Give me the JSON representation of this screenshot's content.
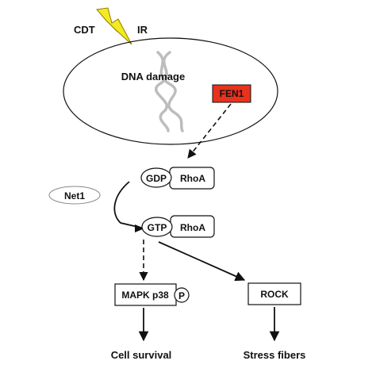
{
  "stimuli": {
    "cdt": "CDT",
    "ir": "IR"
  },
  "nucleus": {
    "dna_damage": "DNA damage",
    "fen1": "FEN1"
  },
  "rhoa_gdp": {
    "gdp": "GDP",
    "rhoa": "RhoA"
  },
  "regulator": {
    "net1": "Net1"
  },
  "rhoa_gtp": {
    "gtp": "GTP",
    "rhoa": "RhoA"
  },
  "effectors": {
    "mapk": "MAPK p38",
    "phospho": "P",
    "rock": "ROCK"
  },
  "outcomes": {
    "cell_survival": "Cell survival",
    "stress_fibers": "Stress fibers"
  },
  "colors": {
    "fen1_fill": "#e8321e",
    "lightning": "#f3ea22",
    "dna_strand": "#bdbdbd",
    "stroke": "#111111"
  },
  "icons": {
    "stimulus": "lightning-bolt-icon",
    "dna": "dna-helix-icon"
  }
}
